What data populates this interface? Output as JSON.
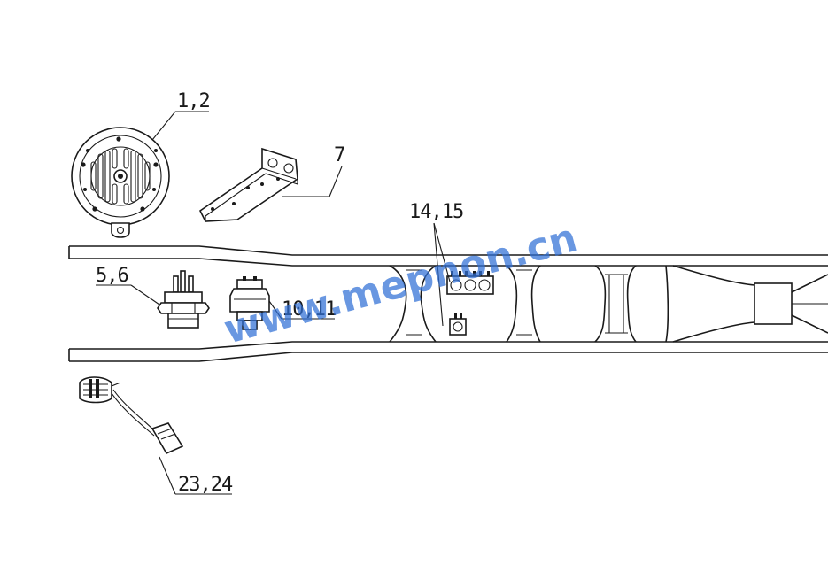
{
  "diagram": {
    "callouts": {
      "horn": "1,2",
      "bracket": "7",
      "relays": "14,15",
      "switch_a": "5,6",
      "switch_b": "10,11",
      "connector": "23,24"
    },
    "watermark": "www.mepnon.cn"
  }
}
